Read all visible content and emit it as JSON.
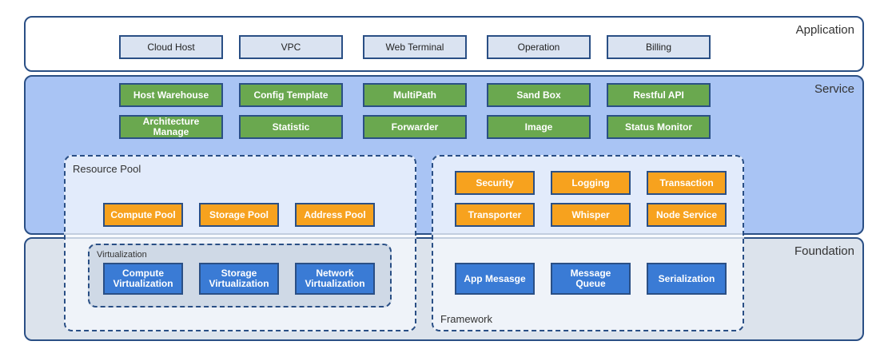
{
  "layers": {
    "application": "Application",
    "service": "Service",
    "foundation": "Foundation"
  },
  "application_items": [
    "Cloud Host",
    "VPC",
    "Web Terminal",
    "Operation",
    "Billing"
  ],
  "service_items": {
    "row1": [
      "Host Warehouse",
      "Config Template",
      "MultiPath",
      "Sand Box",
      "Restful API"
    ],
    "row2": [
      "Architecture\nManage",
      "Statistic",
      "Forwarder",
      "Image",
      "Status Monitor"
    ]
  },
  "resource_pool": {
    "title": "Resource Pool",
    "pools": [
      "Compute Pool",
      "Storage Pool",
      "Address Pool"
    ],
    "virtualization": {
      "title": "Virtualization",
      "items": [
        "Compute\nVirtualization",
        "Storage\nVirtualization",
        "Network\nVirtualization"
      ]
    }
  },
  "framework": {
    "title": "Framework",
    "row1": [
      "Security",
      "Logging",
      "Transaction"
    ],
    "row2": [
      "Transporter",
      "Whisper",
      "Node Service"
    ],
    "row3": [
      "App Mesasge",
      "Message\nQueue",
      "Serialization"
    ]
  },
  "colors": {
    "border": "#2a4f85",
    "service_layer": "#a9c4f4",
    "foundation_layer": "#dce3ec",
    "app_box": "#dae3f1",
    "green_box": "#6aa84f",
    "orange_box": "#f7a21e",
    "blue_box": "#3a7bd5"
  }
}
